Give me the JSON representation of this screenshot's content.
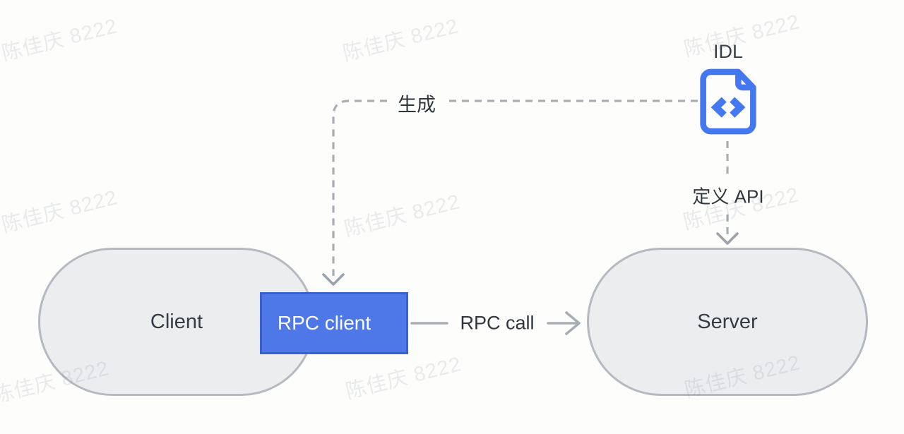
{
  "nodes": {
    "client": {
      "label": "Client"
    },
    "server": {
      "label": "Server"
    },
    "rpc_client": {
      "label": "RPC client"
    },
    "idl": {
      "label": "IDL",
      "icon": "code-file-icon"
    }
  },
  "edges": {
    "generate": {
      "label": "生成",
      "style": "dashed",
      "from": "IDL",
      "to": "RPC client"
    },
    "define_api": {
      "label": "定义 API",
      "style": "dashed",
      "from": "IDL",
      "to": "Server"
    },
    "rpc_call": {
      "label": "RPC call",
      "style": "solid",
      "from": "RPC client",
      "to": "Server"
    }
  },
  "watermark": {
    "text": "陈佳庆 8222"
  },
  "colors": {
    "accent_blue_box": "#4e77e8",
    "accent_blue_box_border": "#3a60d4",
    "accent_blue_icon": "#4478f0",
    "node_fill": "#ecedef",
    "node_border": "#b6bac0",
    "line_gray": "#a9aeb4",
    "arrowhead_gray": "#9ca2aa",
    "text_dark": "#363b44"
  }
}
